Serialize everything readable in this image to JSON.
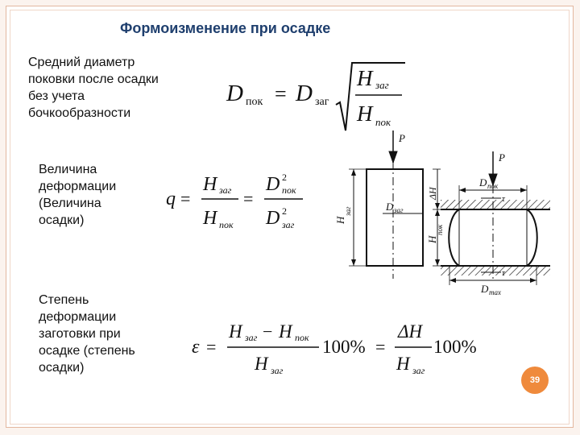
{
  "slide": {
    "title": "Формоизменение при осадке",
    "page_number": "39",
    "colors": {
      "title": "#1f3f6e",
      "badge": "#ef8a3c",
      "frame": "#e3b79f"
    }
  },
  "sections": [
    {
      "text": "Средний диаметр\nпоковки после осадки\nбез учета\nбочкообразности"
    },
    {
      "text": "Величина\nдеформации\n(Величина\nосадки)"
    },
    {
      "text": "Степень\nдеформации\nзаготовки при\nосадке (степень\nосадки)"
    }
  ],
  "formula1": {
    "lhs": "D",
    "lhs_sub": "пок",
    "eq": "=",
    "d": "D",
    "d_sub": "заг",
    "num": "H",
    "num_sub": "заг",
    "den": "H",
    "den_sub": "пок"
  },
  "formula2": {
    "q": "q",
    "eq1": "=",
    "h1": "H",
    "h1_sub": "заг",
    "h2": "H",
    "h2_sub": "пок",
    "eq2": "=",
    "d1": "D",
    "d1_sup": "2",
    "d1_sub": "пок",
    "d2": "D",
    "d2_sup": "2",
    "d2_sub": "заг"
  },
  "formula3": {
    "eps": "ε",
    "eq1": "=",
    "h1": "H",
    "h1_sub": "заг",
    "minus": "−",
    "h2": "H",
    "h2_sub": "пок",
    "h3": "H",
    "h3_sub": "заг",
    "pct1": "100%",
    "eq2": "=",
    "dh": "ΔH",
    "h4": "H",
    "h4_sub": "заг",
    "pct2": "100%"
  },
  "diagram": {
    "left": {
      "force": "P",
      "height": "H",
      "height_sub": "заг",
      "diameter": "D",
      "diameter_sub": "заг"
    },
    "right": {
      "force": "P",
      "delta": "ΔH",
      "height": "H",
      "height_sub": "пок",
      "diameter": "D",
      "diameter_sub": "пок",
      "tau_top": "τ",
      "tau_bottom": "τ",
      "dmax": "D",
      "dmax_sub": "max"
    }
  }
}
